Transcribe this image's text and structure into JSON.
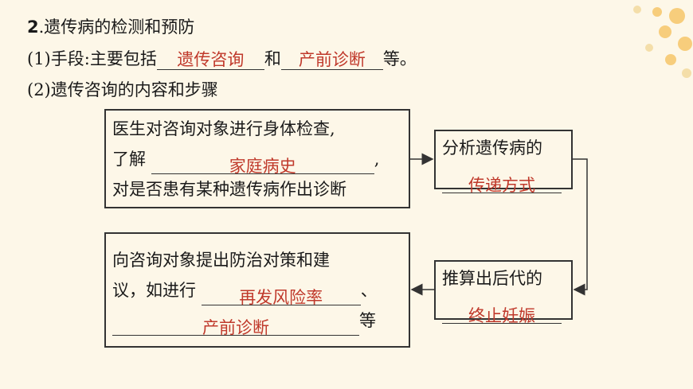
{
  "heading": {
    "number": "2",
    "text": ".遗传病的检测和预防"
  },
  "line1": {
    "prefix": "(1)手段:主要包括",
    "answer1": "遗传咨询",
    "middle": "和",
    "answer2": "产前诊断",
    "suffix": "等。"
  },
  "line2": {
    "text": "(2)遗传咨询的内容和步骤"
  },
  "box1": {
    "row1": "医生对咨询对象进行身体检查,",
    "row2_prefix": "了解",
    "row2_answer": "家庭病史",
    "row2_suffix": ",",
    "row3": "对是否患有某种遗传病作出诊断"
  },
  "box2": {
    "row1": "分析遗传病的",
    "answer": "传递方式"
  },
  "box3": {
    "row1": "推算出后代的",
    "answer": "终止妊娠"
  },
  "box4": {
    "row1": "向咨询对象提出防治对策和建",
    "row2_prefix": "议，如进行",
    "row2_answer": "再发风险率",
    "row2_suffix": "、",
    "row3_answer": "产前诊断",
    "row3_suffix": "等"
  },
  "colors": {
    "answer": "#c0392b",
    "background": "#fdf7e8",
    "line": "#333333"
  }
}
